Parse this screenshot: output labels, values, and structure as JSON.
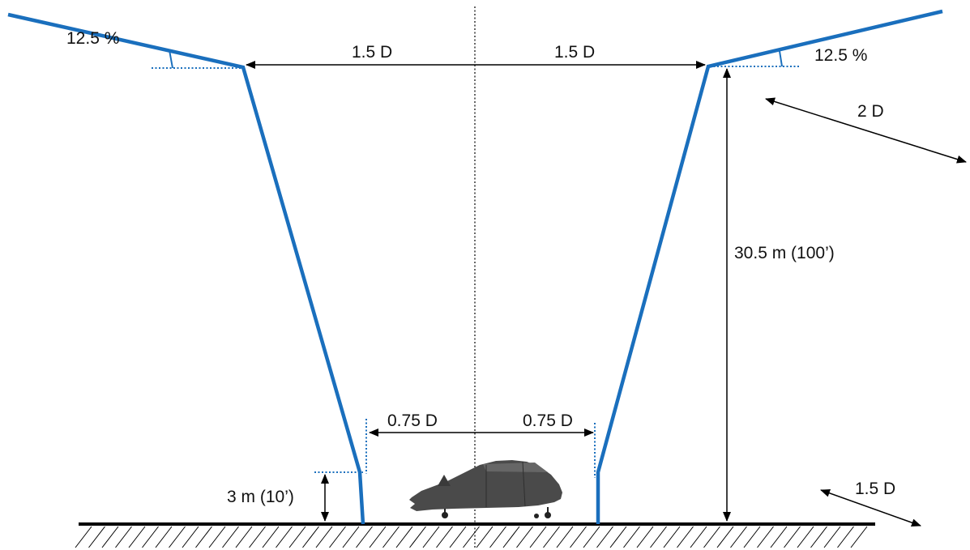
{
  "diagram": {
    "labels": {
      "slope_left": "12.5 %",
      "slope_right": "12.5 %",
      "top_half_left": "1.5 D",
      "top_half_right": "1.5 D",
      "outer_upper": "2 D",
      "height_total": "30.5 m (100’)",
      "bottom_half_left": "0.75 D",
      "bottom_half_right": "0.75 D",
      "height_base": "3 m (10’)",
      "outer_lower": "1.5 D"
    },
    "colors": {
      "surface": "#1a6fbd",
      "dotted": "#1a6fbd",
      "arrows": "#000000",
      "ground": "#000000",
      "aircraft": "#4a4a4a"
    }
  }
}
